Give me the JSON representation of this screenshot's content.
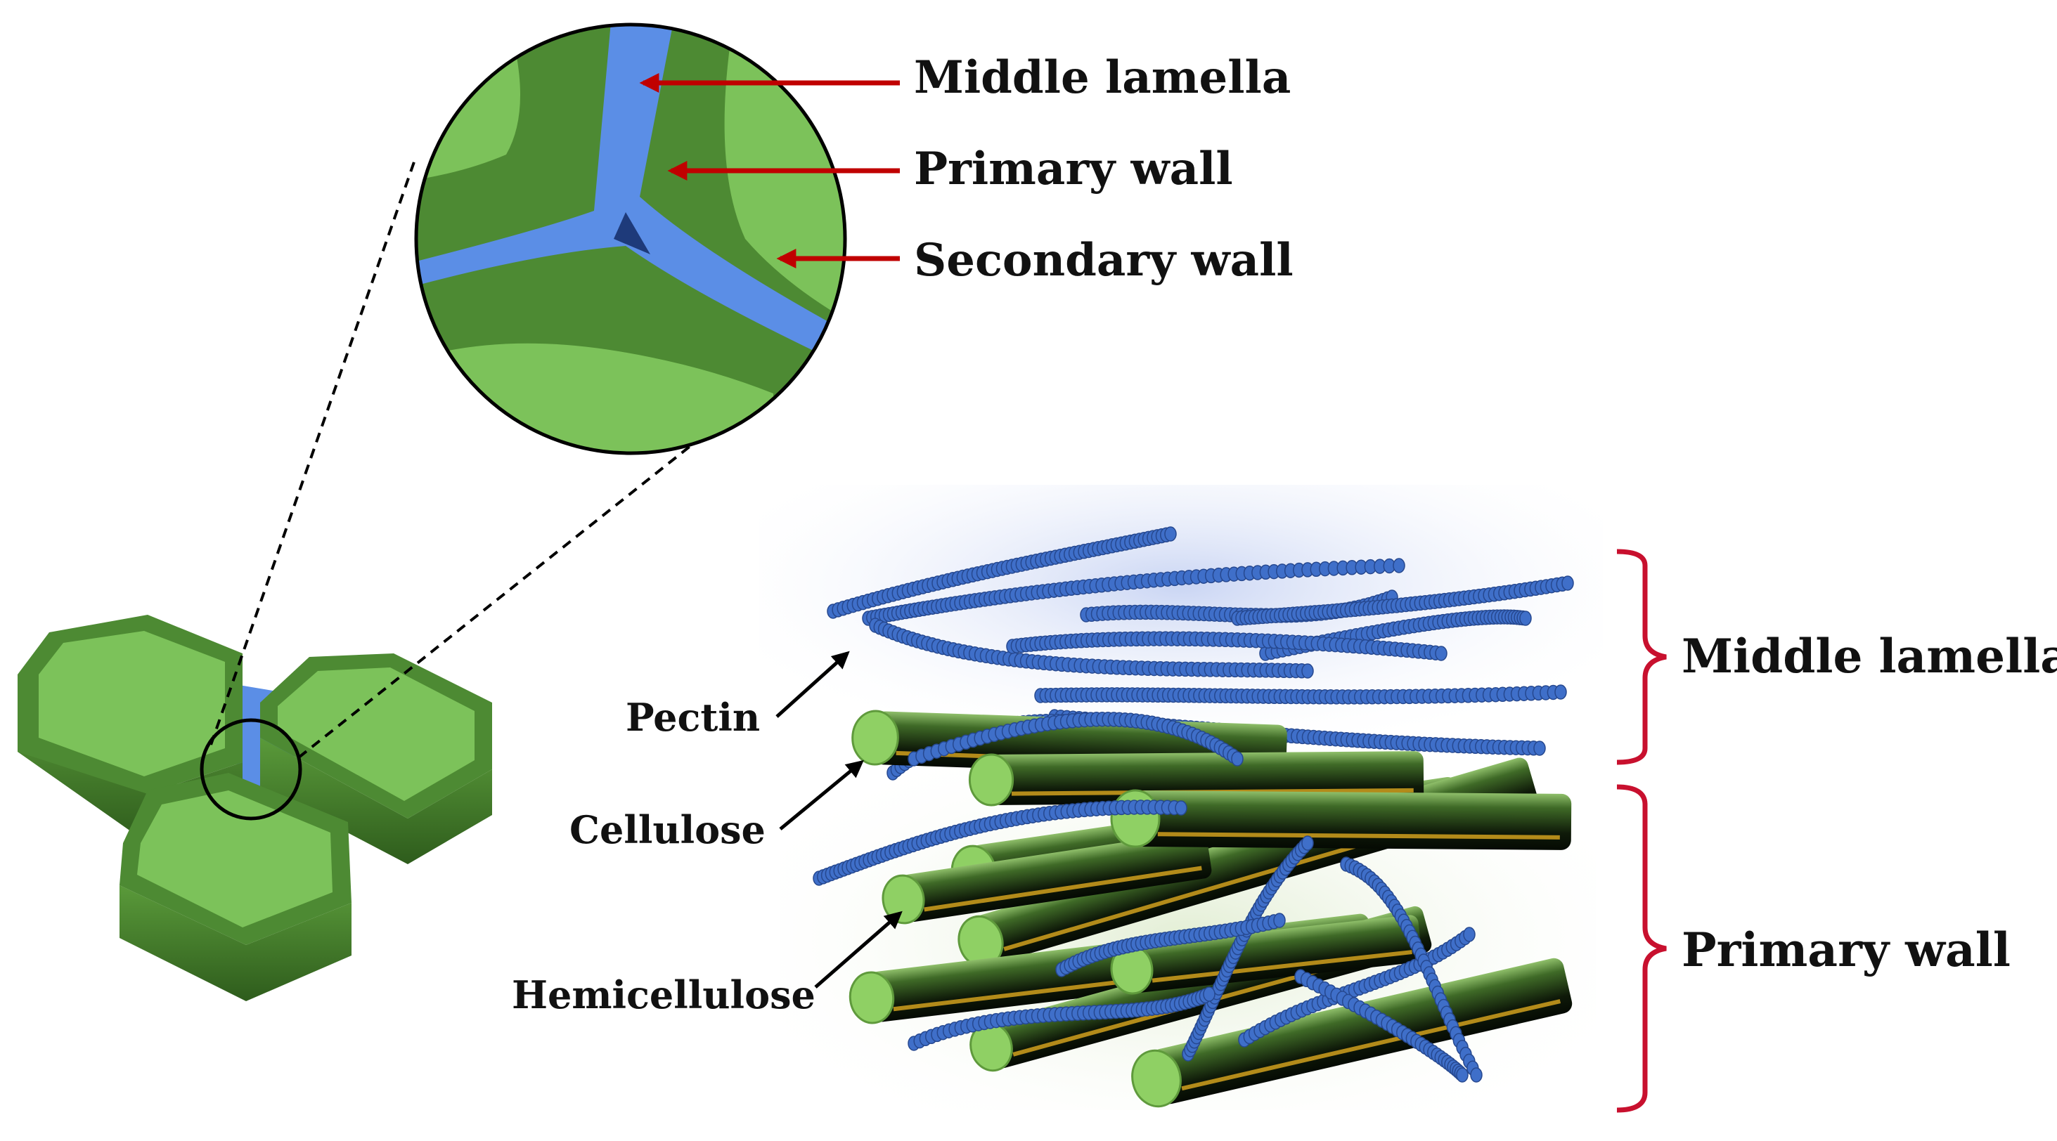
{
  "zoom_labels": {
    "middle_lamella": "Middle lamella",
    "primary_wall": "Primary wall",
    "secondary_wall": "Secondary wall"
  },
  "component_labels": {
    "pectin": "Pectin",
    "cellulose": "Cellulose",
    "hemicellulose": "Hemicellulose"
  },
  "layer_labels": {
    "middle_lamella": "Middle lamella",
    "primary_wall": "Primary wall"
  },
  "colors": {
    "arrow_red": "#c00000",
    "bracket_red": "#c8102e",
    "cell_light_green": "#7cc25a",
    "cell_dark_green": "#4d8a33",
    "middle_lamella_blue": "#5b8ee6",
    "pectin_blue": "#3f6fc9",
    "fiber_dark": "#1c2a12",
    "fiber_end": "#8fd064",
    "hemicellulose_gold": "#b38b1a"
  },
  "icons": {
    "zoom_lens": "magnifier-circle",
    "cells": "hexagonal-plant-cells"
  }
}
